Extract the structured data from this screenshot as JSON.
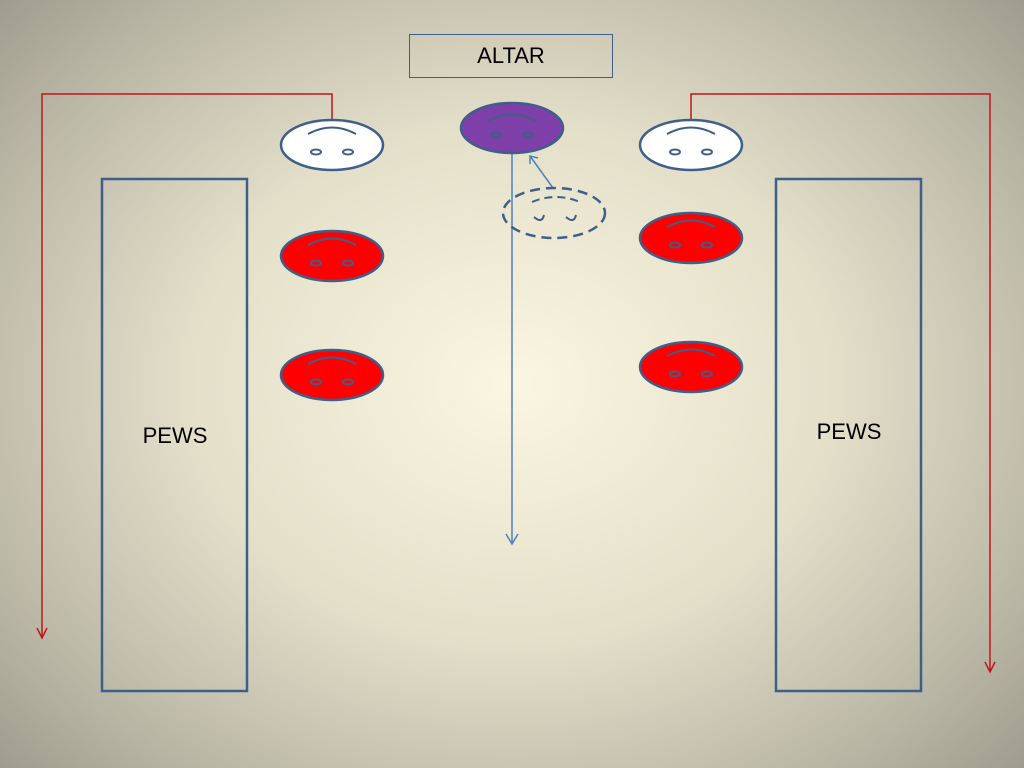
{
  "diagram": {
    "altar_label": "ALTAR",
    "pews_left_label": "PEWS",
    "pews_right_label": "PEWS"
  },
  "colors": {
    "outline": "#3e5f8a",
    "path_red": "#c0161c",
    "face_red": "#ff0000",
    "face_white": "#ffffff",
    "face_purple": "#7e3fa8",
    "arrow_blue": "#4f81bd"
  },
  "figures": [
    {
      "role": "presider",
      "fill": "purple"
    },
    {
      "role": "minister-left-top",
      "fill": "white"
    },
    {
      "role": "minister-right-top",
      "fill": "white"
    },
    {
      "role": "minister-left-2",
      "fill": "red"
    },
    {
      "role": "minister-left-3",
      "fill": "red"
    },
    {
      "role": "minister-right-2",
      "fill": "red"
    },
    {
      "role": "minister-right-3",
      "fill": "red"
    },
    {
      "role": "former-position",
      "fill": "dashed-outline"
    }
  ]
}
